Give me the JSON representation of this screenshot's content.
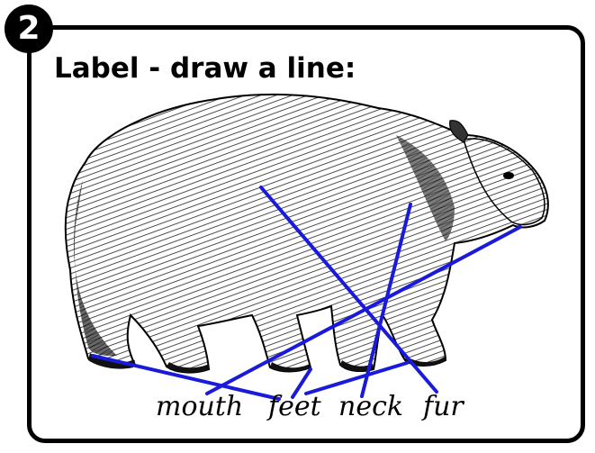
{
  "question": {
    "number": "2",
    "instruction": "Label - draw a line:"
  },
  "labels": [
    "mouth",
    "feet",
    "neck",
    "fur"
  ],
  "colors": {
    "answer_line": "#1a1adb",
    "border": "#000000"
  },
  "illustration": {
    "icon": "diprotodon-illustration"
  }
}
